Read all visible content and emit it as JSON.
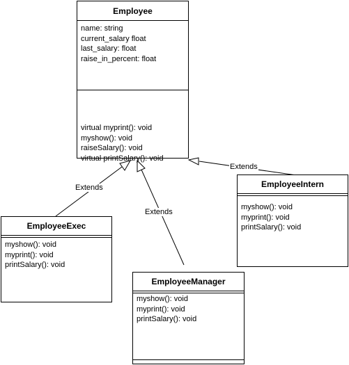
{
  "classes": {
    "employee": {
      "name": "Employee",
      "attributes": [
        "name: string",
        "current_salary float",
        "last_salary: float",
        "raise_in_percent: float"
      ],
      "operations": [
        "virtual myprint(): void",
        "myshow(): void",
        "raiseSalary(): void",
        "virtual printSalary(): void"
      ]
    },
    "employee_exec": {
      "name": "EmployeeExec",
      "operations": [
        "myshow(): void",
        "myprint(): void",
        "printSalary(): void"
      ]
    },
    "employee_manager": {
      "name": "EmployeeManager",
      "operations": [
        "myshow(): void",
        "myprint(): void",
        "printSalary(): void"
      ]
    },
    "employee_intern": {
      "name": "EmployeeIntern",
      "operations": [
        "myshow(): void",
        "myprint(): void",
        "printSalary(): void"
      ]
    }
  },
  "edges": {
    "exec_label": "Extends",
    "manager_label": "Extends",
    "intern_label": "Extends"
  },
  "colors": {
    "stroke": "#000000",
    "fill": "#ffffff"
  }
}
